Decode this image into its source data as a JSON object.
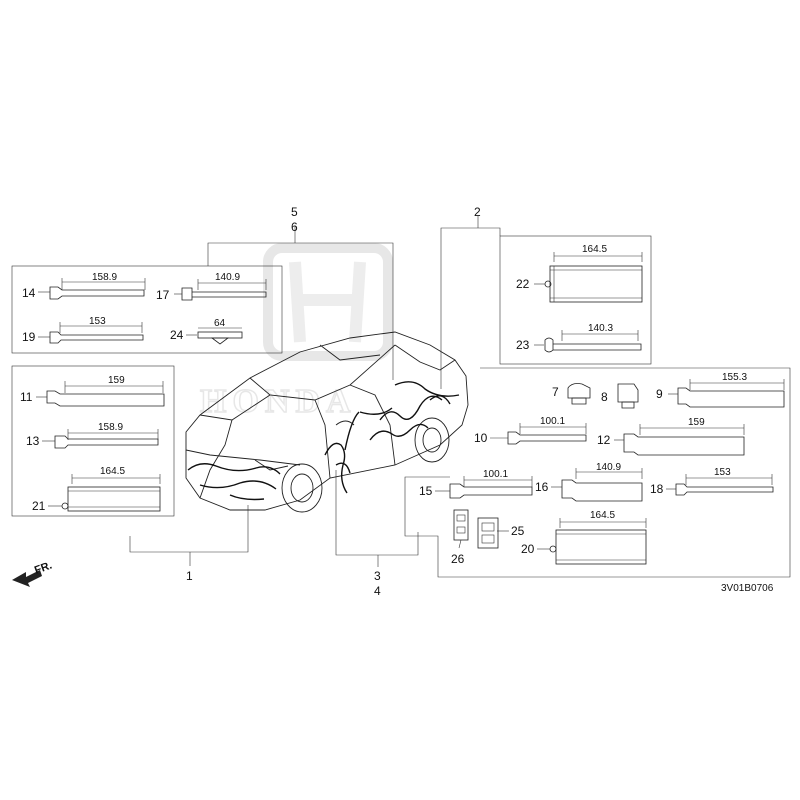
{
  "diagram": {
    "code": "3V01B0706",
    "front_marker": "FR.",
    "watermark": "HONDA"
  },
  "callouts": [
    "1",
    "2",
    "3",
    "4",
    "5",
    "6",
    "7",
    "8",
    "9",
    "10",
    "11",
    "12",
    "13",
    "14",
    "15",
    "16",
    "17",
    "18",
    "19",
    "20",
    "21",
    "22",
    "23",
    "24",
    "25",
    "26"
  ],
  "dimensions": {
    "d14": "158.9",
    "d17": "140.9",
    "d19": "153",
    "d24": "64",
    "d22": "164.5",
    "d23": "140.3",
    "d11": "159",
    "d13": "158.9",
    "d21": "164.5",
    "d9": "155.3",
    "d10": "100.1",
    "d12": "159",
    "d15": "100.1",
    "d16": "140.9",
    "d18": "153",
    "d20": "164.5"
  }
}
